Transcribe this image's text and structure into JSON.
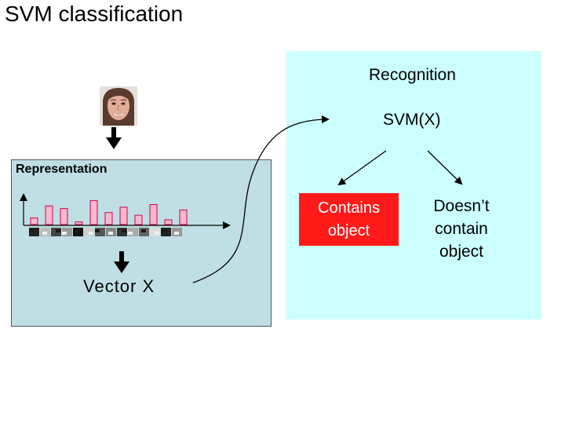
{
  "title": "SVM classification",
  "recognition": {
    "label": "Recognition",
    "svm_label": "SVM(X)",
    "outcome_positive": [
      "Contains",
      "object"
    ],
    "outcome_negative": [
      "Doesn’t",
      "contain",
      "object"
    ]
  },
  "representation": {
    "label": "Representation",
    "vector_label": "Vector X",
    "histogram_bars": [
      0.25,
      0.7,
      0.6,
      0.1,
      0.9,
      0.45,
      0.65,
      0.35,
      0.75,
      0.18,
      0.55
    ]
  },
  "colors": {
    "recognition_bg": "#ccffff",
    "representation_bg": "#c0dfe4",
    "contains_box": "#ff1a1a",
    "bar_fill": "#f9b9cc",
    "bar_stroke": "#d4004c"
  },
  "icons": {
    "face": "face-photo-icon",
    "arrow": "down-arrow-icon"
  }
}
